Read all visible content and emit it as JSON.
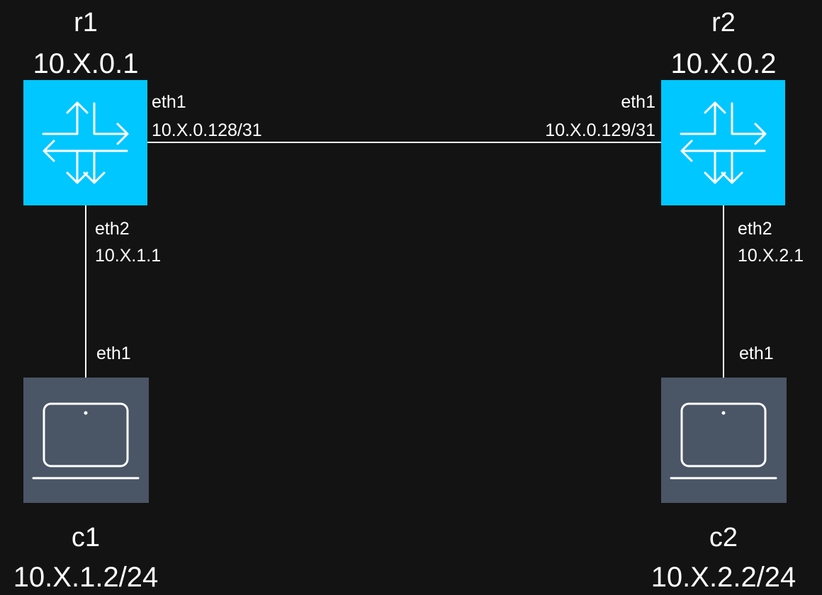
{
  "theme": {
    "background": "#131313",
    "router_fill": "#00c7ff",
    "client_fill": "#4a5566",
    "link_color": "#ffffff",
    "text_color": "#ffffff"
  },
  "nodes": {
    "r1": {
      "name": "r1",
      "address": "10.X.0.1",
      "icon": "router-icon"
    },
    "r2": {
      "name": "r2",
      "address": "10.X.0.2",
      "icon": "router-icon"
    },
    "c1": {
      "name": "c1",
      "address": "10.X.1.2/24",
      "icon": "laptop-icon"
    },
    "c2": {
      "name": "c2",
      "address": "10.X.2.2/24",
      "icon": "laptop-icon"
    }
  },
  "links": {
    "r1_r2": {
      "r1_iface": "eth1",
      "r1_addr": "10.X.0.128/31",
      "r2_iface": "eth1",
      "r2_addr": "10.X.0.129/31"
    },
    "r1_c1": {
      "r1_iface": "eth2",
      "r1_addr": "10.X.1.1",
      "c1_iface": "eth1"
    },
    "r2_c2": {
      "r2_iface": "eth2",
      "r2_addr": "10.X.2.1",
      "c2_iface": "eth1"
    }
  }
}
